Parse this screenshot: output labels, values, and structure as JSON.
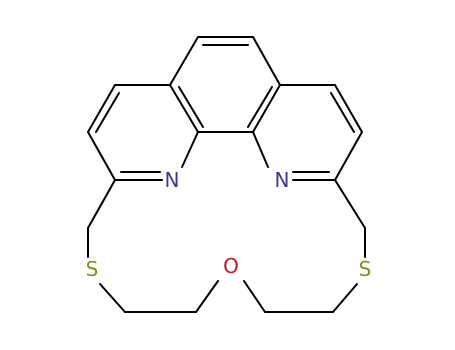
{
  "molecule": {
    "atoms": [
      {
        "id": "N1",
        "label": "N",
        "color": "#3b3b8c"
      },
      {
        "id": "N2",
        "label": "N",
        "color": "#3b3b8c"
      },
      {
        "id": "S1",
        "label": "S",
        "color": "#8c8c1a"
      },
      {
        "id": "S2",
        "label": "S",
        "color": "#8c8c1a"
      },
      {
        "id": "O1",
        "label": "O",
        "color": "#c21a1a"
      }
    ],
    "bond_color": "#000000"
  }
}
